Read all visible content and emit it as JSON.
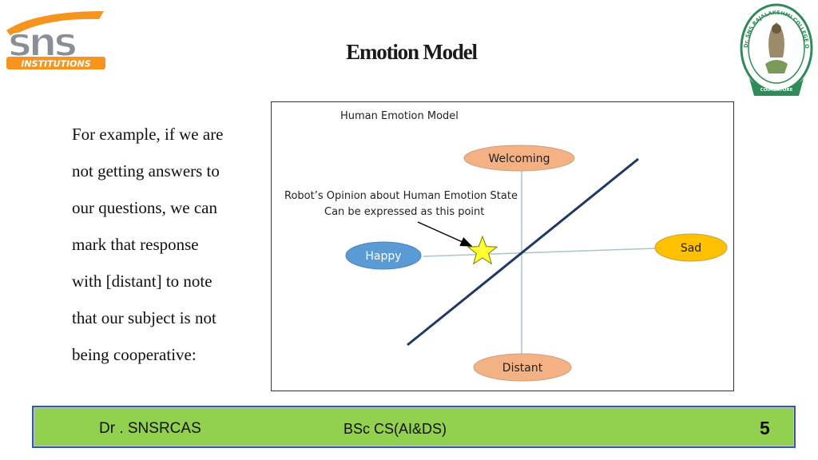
{
  "header": {
    "title": "Emotion Model",
    "logo_left_text": "sns",
    "logo_left_subtext": "INSTITUTIONS",
    "logo_right_text": "Dr. SNS RAJALAKSHMI COLLEGE OF ARTS AND SCIENCE",
    "logo_right_subtext": "COIMBATORE"
  },
  "body": {
    "lines": [
      "For example, if we are",
      "not getting answers to",
      "our questions, we can",
      "mark that response",
      "with [distant] to note",
      "that our subject is not",
      "being cooperative:"
    ]
  },
  "figure": {
    "title": "Human Emotion Model",
    "nodes": {
      "top": "Welcoming",
      "left": "Happy",
      "right": "Sad",
      "bottom": "Distant"
    },
    "annotation_line1": "Robot’s Opinion about Human Emotion State",
    "annotation_line2": "Can be expressed as this point",
    "colors": {
      "welcoming": "#f4b183",
      "distant": "#f4b183",
      "happy": "#5b9bd5",
      "sad": "#ffc000",
      "star": "#ffff33",
      "diagonal": "#1f3864",
      "axes": "#a9c6cc"
    }
  },
  "footer": {
    "left": "Dr . SNSRCAS",
    "center": "BSc CS(AI&DS)",
    "page_number": "5",
    "background": "#92d050",
    "border": "#3c5a8f"
  }
}
